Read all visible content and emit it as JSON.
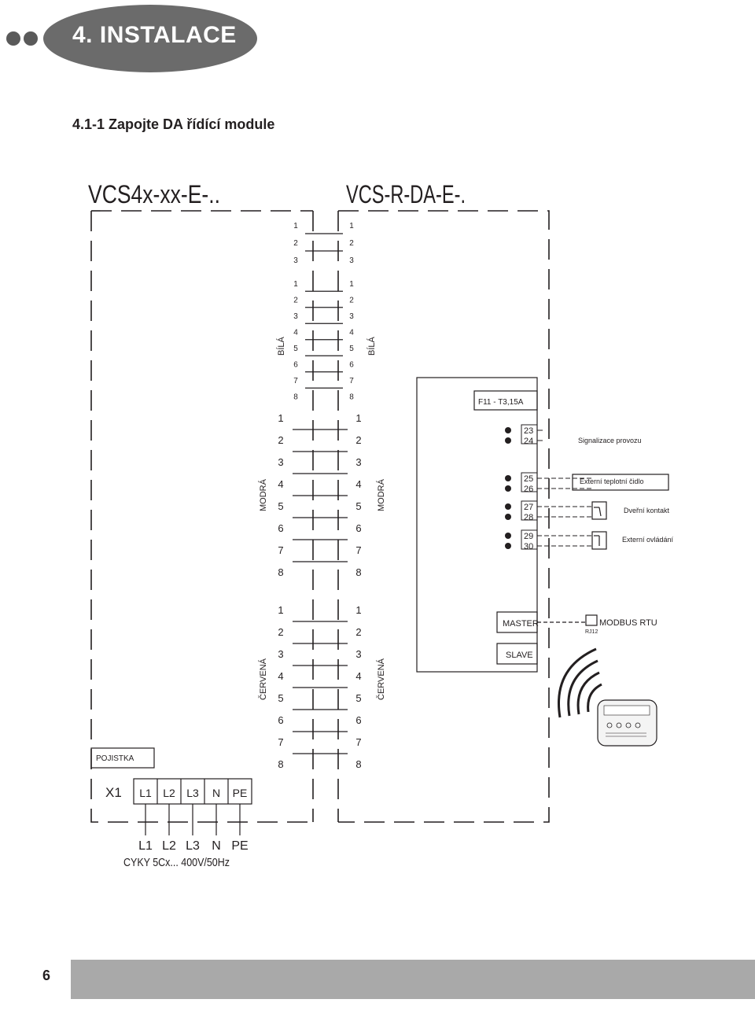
{
  "header": {
    "title": "4. INSTALACE"
  },
  "subtitle": "4.1-1 Zapojte DA řídící module",
  "page_number": "6",
  "diagram": {
    "left_unit": "VCS4x-xx-E-..",
    "right_unit": "VCS-R-DA-E-.",
    "colors": {
      "ink": "#231f20",
      "header_bg": "#6b6b6b",
      "footer_band": "#a9a9a9"
    },
    "connectors": [
      {
        "id": "conn3",
        "pins": [
          "1",
          "2",
          "3"
        ],
        "label": ""
      },
      {
        "id": "conn8w",
        "pins": [
          "1",
          "2",
          "3",
          "4",
          "5",
          "6",
          "7",
          "8"
        ],
        "label": "BÍLÁ"
      },
      {
        "id": "conn8b",
        "pins": [
          "1",
          "2",
          "3",
          "4",
          "5",
          "6",
          "7",
          "8"
        ],
        "label": "MODRÁ"
      },
      {
        "id": "conn8r",
        "pins": [
          "1",
          "2",
          "3",
          "4",
          "5",
          "6",
          "7",
          "8"
        ],
        "label": "ČERVENÁ"
      }
    ],
    "fuse_label": "F11 - T3,15A",
    "terminals": [
      {
        "pins": [
          "23",
          "24"
        ],
        "label": "Signalizace provozu"
      },
      {
        "pins": [
          "25",
          "26"
        ],
        "label": "Externí teplotní čidlo"
      },
      {
        "pins": [
          "27",
          "28"
        ],
        "label": "Dveřní kontakt"
      },
      {
        "pins": [
          "29",
          "30"
        ],
        "label": "Externí ovládání"
      }
    ],
    "master_label": "MASTER",
    "slave_label": "SLAVE",
    "modbus_label": "MODBUS RTU",
    "rj12_label": "RJ12",
    "pojistka_label": "POJISTKA",
    "x1_label": "X1",
    "x1_terminals": [
      "L1",
      "L2",
      "L3",
      "N",
      "PE"
    ],
    "supply_terminals": [
      "L1",
      "L2",
      "L3",
      "N",
      "PE"
    ],
    "cable_label": "CYKY 5Cx... 400V/50Hz"
  }
}
